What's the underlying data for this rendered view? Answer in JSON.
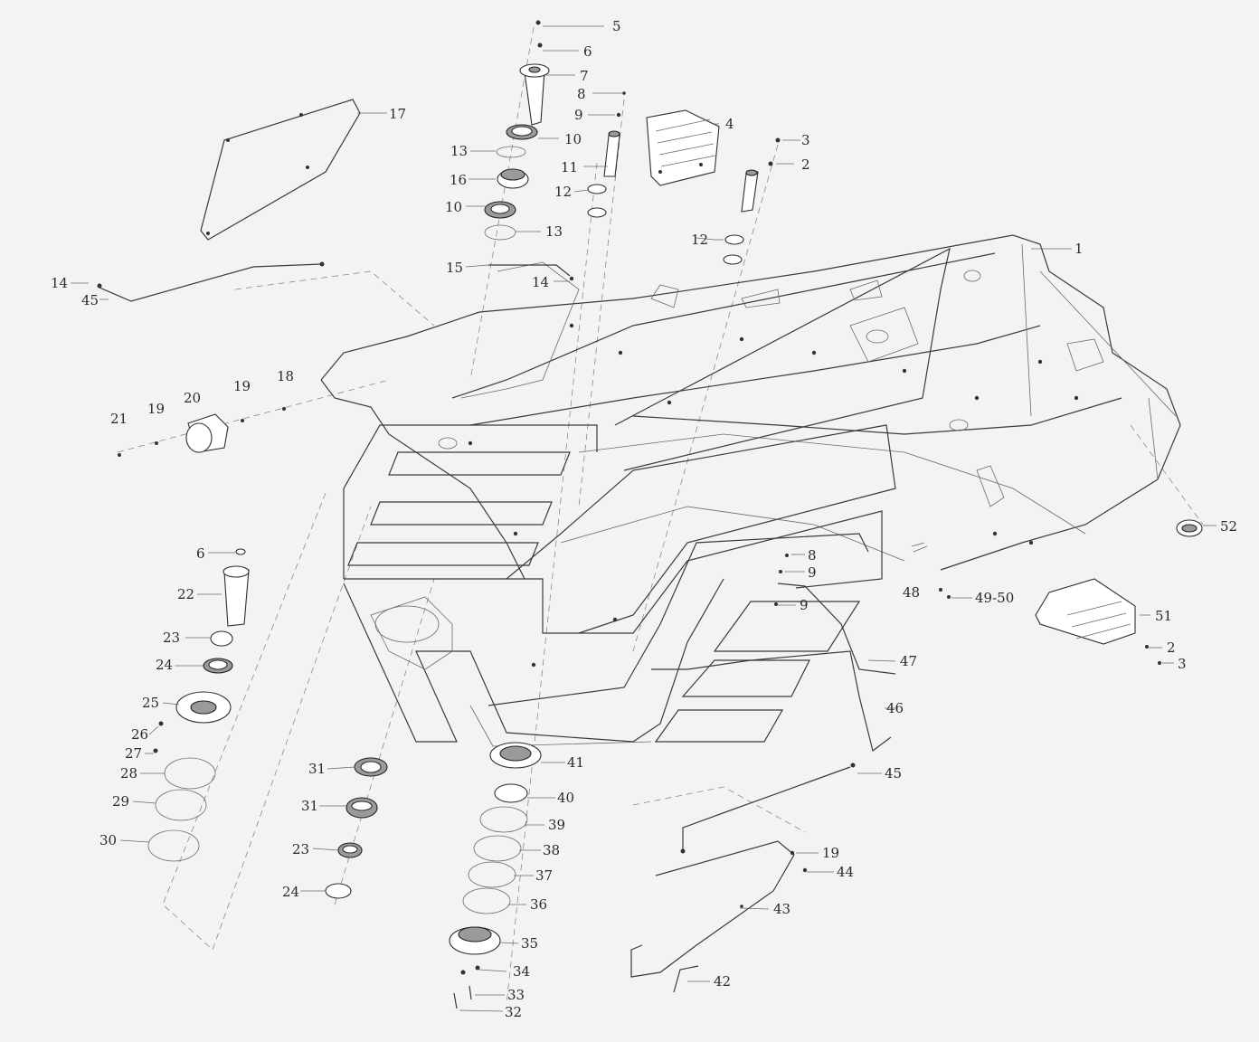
{
  "labels": [
    "1",
    "2",
    "3",
    "4",
    "5",
    "6",
    "7",
    "8",
    "9",
    "10",
    "11",
    "12",
    "13",
    "14",
    "15",
    "16",
    "17",
    "18",
    "19",
    "20",
    "21",
    "22",
    "23",
    "24",
    "25",
    "26",
    "27",
    "28",
    "29",
    "30",
    "31",
    "32",
    "33",
    "34",
    "35",
    "36",
    "37",
    "38",
    "39",
    "40",
    "41",
    "42",
    "43",
    "44",
    "45",
    "46",
    "47",
    "48",
    "49-50",
    "51",
    "52"
  ],
  "colors": {
    "background": "#f3f4f2",
    "line": "#3a3a3a",
    "text": "#2a2a2a"
  }
}
